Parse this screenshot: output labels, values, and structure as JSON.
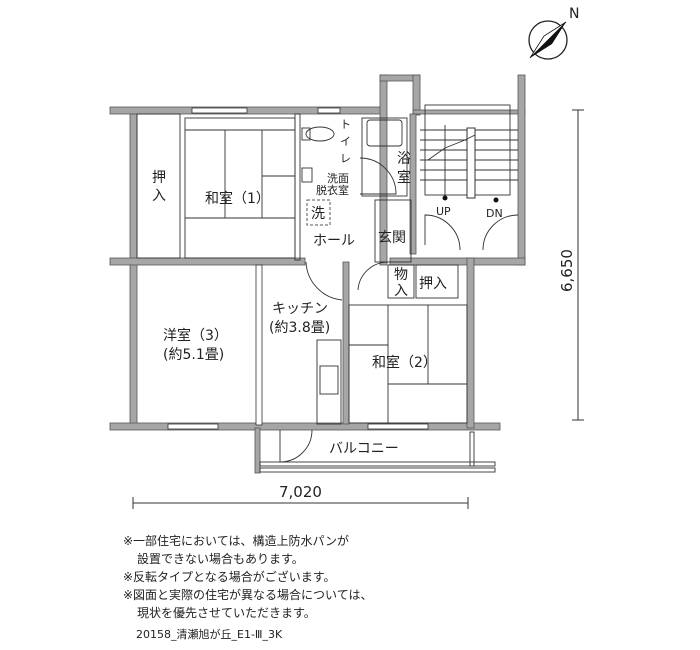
{
  "rooms": {
    "closet_left": [
      "押",
      "入"
    ],
    "washitsu1": "和室（1）",
    "toilet": [
      "ト",
      "イ",
      "レ"
    ],
    "washroom": [
      "洗面",
      "脱衣室"
    ],
    "washer": "洗",
    "bath": [
      "浴",
      "室"
    ],
    "hall": "ホール",
    "entrance": "玄関",
    "storage": [
      "物",
      "入"
    ],
    "closet_right": "押入",
    "kitchen": "キッチン",
    "kitchen_size": "(約3.8畳)",
    "youshitsu3": "洋室（3）",
    "youshitsu3_size": "(約5.1畳)",
    "washitsu2": "和室（2）",
    "balcony": "バルコニー",
    "stairs_up": "UP",
    "stairs_down": "DN"
  },
  "compass": {
    "label": "N"
  },
  "dimensions": {
    "height": "6,650",
    "width": "7,020"
  },
  "notes": [
    "※一部住宅においては、構造上防水パンが",
    "設置できない場合もあります。",
    "※反転タイプとなる場合がございます。",
    "※図面と実際の住宅が異なる場合については、",
    "現状を優先させていただきます。"
  ],
  "plan_code": "20158_清瀬旭が丘_E1-Ⅲ_3K"
}
